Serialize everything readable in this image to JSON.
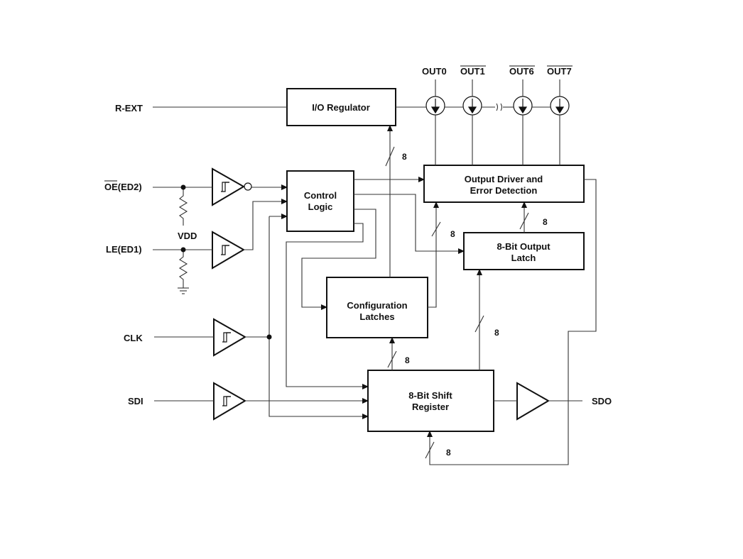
{
  "pins": {
    "rext": "R-EXT",
    "oe_bar": "OE",
    "oe_suffix": "(ED2)",
    "le": "LE(ED1)",
    "vdd": "VDD",
    "clk": "CLK",
    "sdi": "SDI",
    "sdo": "SDO",
    "out0": "OUT0",
    "out1": "OUT1",
    "out6": "OUT6",
    "out7": "OUT7"
  },
  "blocks": {
    "io_regulator": "I/O Regulator",
    "control_logic": [
      "Control",
      "Logic"
    ],
    "output_driver": [
      "Output Driver and",
      "Error Detection"
    ],
    "output_latch": [
      "8-Bit Output",
      "Latch"
    ],
    "config_latches": [
      "Configuration",
      "Latches"
    ],
    "shift_register": [
      "8-Bit Shift",
      "Register"
    ]
  },
  "bus_width": "8"
}
